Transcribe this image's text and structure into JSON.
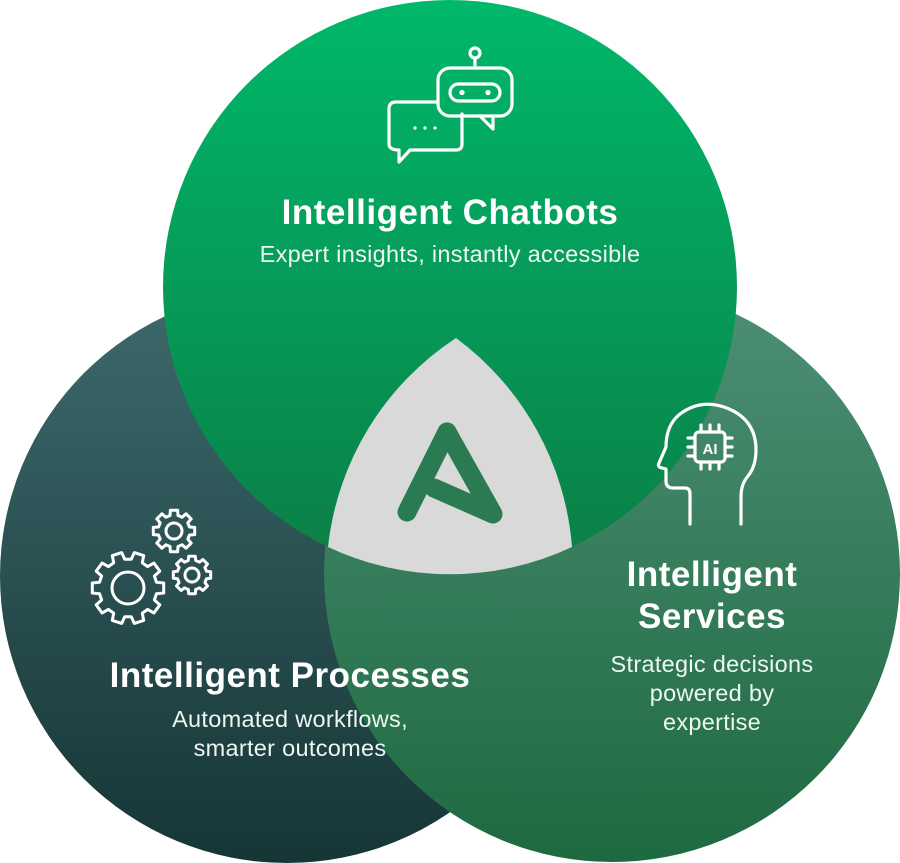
{
  "colors": {
    "chatbots_top": "#00b86a",
    "chatbots_bottom": "#0b7e46",
    "processes_top": "#3d6a6c",
    "processes_bottom": "#163536",
    "services_top": "#4e8f76",
    "services_bottom": "#1e6a40",
    "center": "#d9d9d9",
    "logo": "#2a7a52",
    "icon_stroke": "#ffffff"
  },
  "circles": [
    {
      "id": "chatbots",
      "title": "Intelligent Chatbots",
      "subtitle": "Expert insights, instantly accessible",
      "icon": "chatbot-icon"
    },
    {
      "id": "processes",
      "title": "Intelligent Processes",
      "subtitle_lines": [
        "Automated workflows,",
        "smarter outcomes"
      ],
      "icon": "gears-icon"
    },
    {
      "id": "services",
      "title_lines": [
        "Intelligent",
        "Services"
      ],
      "subtitle_lines": [
        "Strategic decisions",
        "powered by",
        "expertise"
      ],
      "icon": "ai-head-icon",
      "icon_text": "AI"
    }
  ],
  "center_logo": "brand-logo"
}
